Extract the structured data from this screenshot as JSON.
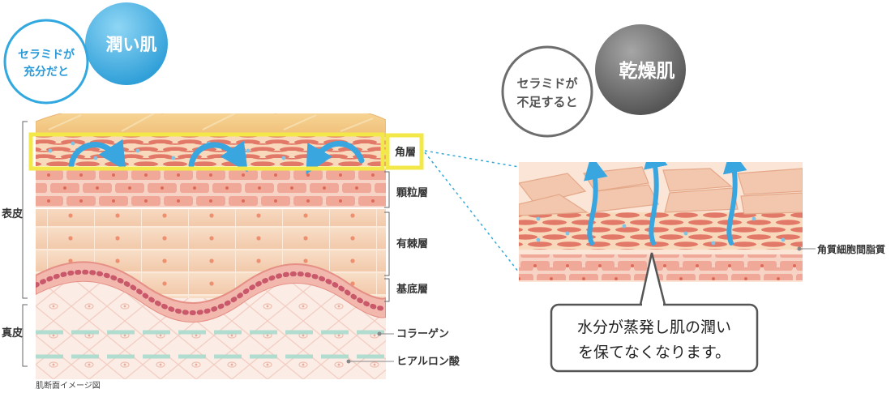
{
  "moist": {
    "circle_text_line1": "セラミドが",
    "circle_text_line2": "充分だと",
    "badge": "潤い肌"
  },
  "dry": {
    "circle_text_line1": "セラミドが",
    "circle_text_line2": "不足すると",
    "badge": "乾燥肌"
  },
  "layers": {
    "stratum_corneum": "角層",
    "stratum_granulosum": "顆粒層",
    "stratum_spinosum": "有棘層",
    "stratum_basale": "基底層",
    "collagen": "コラーゲン",
    "hyaluronic_acid": "ヒアルロン酸"
  },
  "groups": {
    "epidermis": "表皮",
    "dermis": "真皮"
  },
  "intercellular_lipid": "角質細胞間脂質",
  "callout": {
    "line1": "水分が蒸発し肌の潤い",
    "line2": "を保てなくなります。"
  },
  "caption": "肌断面イメージ図",
  "colors": {
    "moist_blue": "#31a8e0",
    "dry_gray": "#6d6d6d",
    "highlight_yellow": "#f3e84a",
    "arrow_blue": "#3aa6e0",
    "skin_pink": "#f0c7b6",
    "cell_red": "#de7566"
  }
}
